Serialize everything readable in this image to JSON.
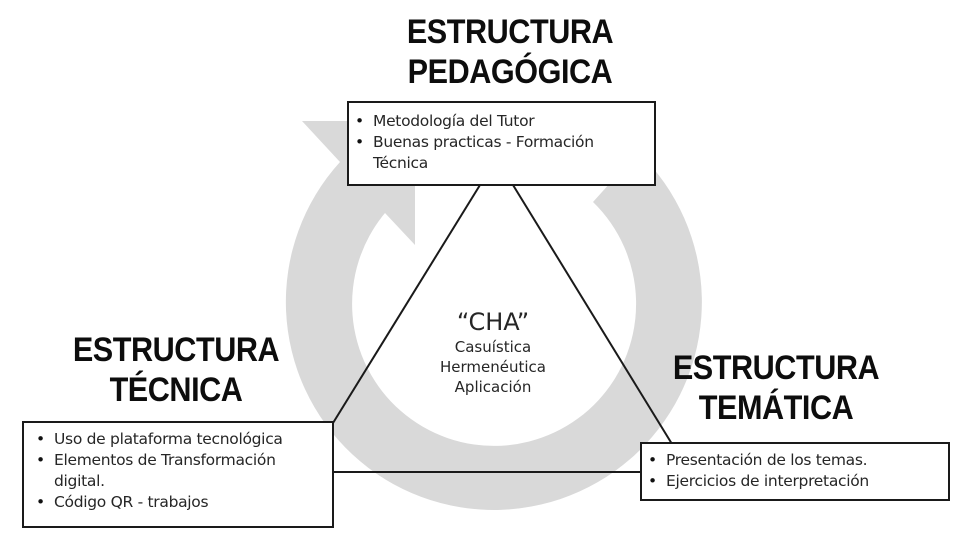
{
  "colors": {
    "cycle_arrow": "#d9d9d9",
    "lines": "#1a1a1a",
    "title_text": "#0d0d0d",
    "body_text": "#262626"
  },
  "cycle_arrow": {
    "icon": "clockwise-circular-arrow-icon",
    "direction": "clockwise"
  },
  "nodes": {
    "pedagogica": {
      "title_line1": "ESTRUCTURA",
      "title_line2": "PEDAGÓGICA",
      "items": [
        "Metodología  del Tutor",
        "Buenas practicas - Formación Técnica"
      ]
    },
    "tecnica": {
      "title_line1": "ESTRUCTURA",
      "title_line2": "TÉCNICA",
      "items": [
        "Uso de plataforma tecnológica",
        "Elementos de Transformación digital.",
        "Código QR - trabajos"
      ]
    },
    "tematica": {
      "title_line1": "ESTRUCTURA",
      "title_line2": "TEMÁTICA",
      "items": [
        "Presentación de los temas.",
        "Ejercicios de interpretación"
      ]
    }
  },
  "center": {
    "acronym": "“CHA”",
    "lines": [
      "Casuística",
      "Hermenéutica",
      "Aplicación"
    ]
  }
}
